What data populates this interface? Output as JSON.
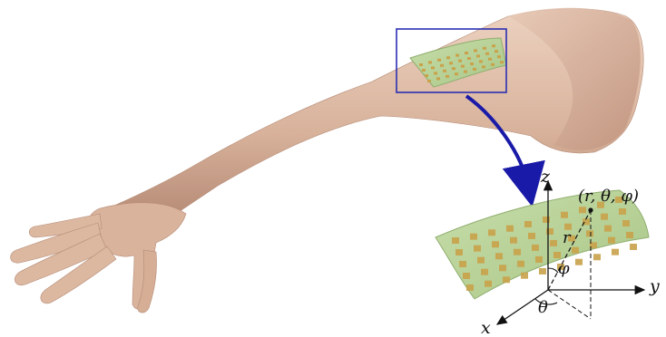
{
  "figure": {
    "axes": {
      "z": "z",
      "y": "y",
      "x": "x"
    },
    "point_label": "(r, θ, φ)",
    "radius_label": "r",
    "angle_phi_label": "φ",
    "angle_theta_label": "θ"
  },
  "colors": {
    "skin_light": "#e6c7b2",
    "skin_mid": "#cfa58c",
    "skin_shadow": "#a97b64",
    "patch_green": "#b9d39a",
    "patch_edge": "#8fae6e",
    "sensor_pad": "#c9a24a",
    "highlight_box": "#2b2fb3",
    "arrow": "#1a1aa8"
  }
}
